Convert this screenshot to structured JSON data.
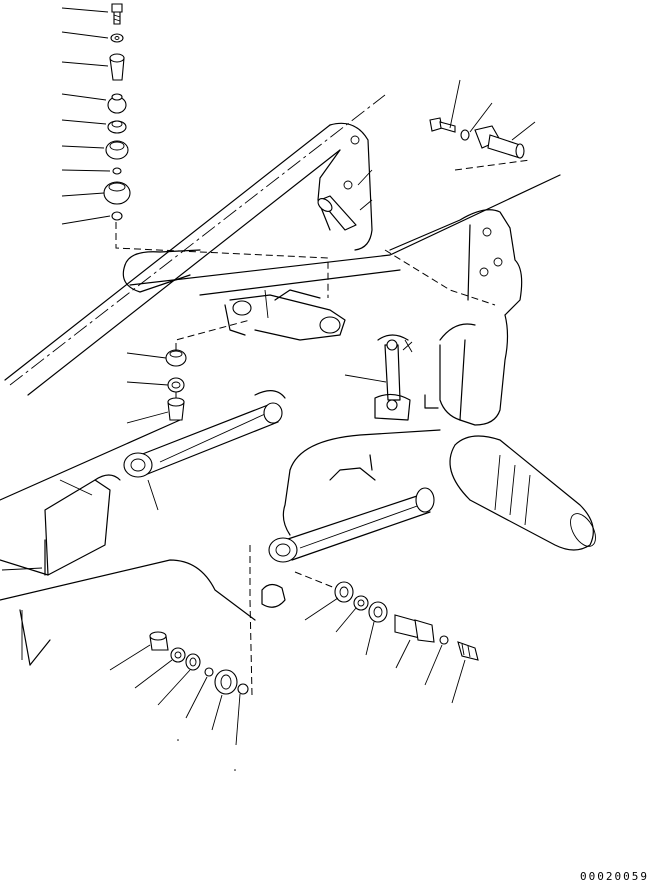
{
  "figure": {
    "drawing_number": "00020059"
  },
  "part_groups": [
    {
      "name": "upper-stack",
      "parts": [
        "bolt",
        "washer",
        "pin",
        "bushing",
        "seal",
        "collar",
        "ring",
        "spherical-bushing",
        "ring"
      ]
    },
    {
      "name": "mid-stack",
      "parts": [
        "collar",
        "seal",
        "bushing"
      ]
    },
    {
      "name": "upper-right-pin",
      "parts": [
        "bolt",
        "washer",
        "pin-with-plate"
      ]
    },
    {
      "name": "right-link",
      "parts": [
        "link-assembly"
      ]
    },
    {
      "name": "lower-left-stack",
      "parts": [
        "bushing",
        "seal",
        "ring",
        "spherical-bushing",
        "ring"
      ]
    },
    {
      "name": "lower-right-stack",
      "parts": [
        "collar",
        "seal",
        "bushing",
        "pin-with-plate",
        "washer",
        "bolt"
      ]
    }
  ]
}
